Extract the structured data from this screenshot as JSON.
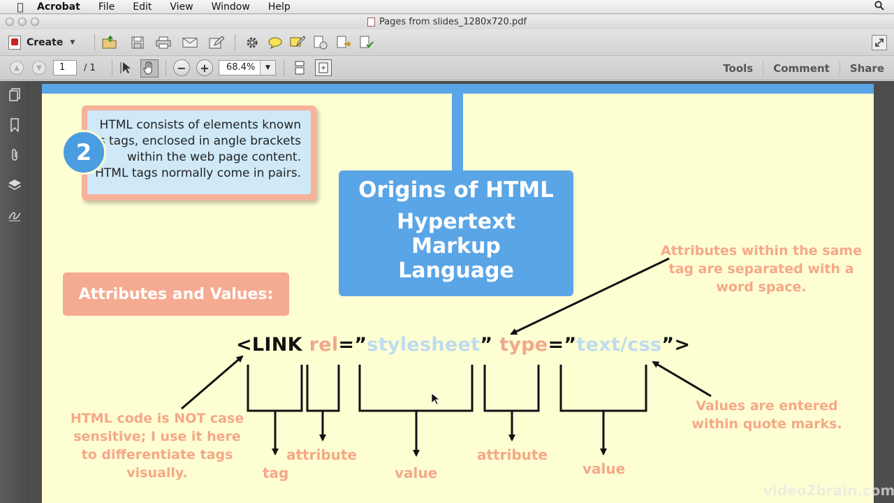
{
  "menubar": {
    "apple": "",
    "app_name": "Acrobat",
    "items": [
      "File",
      "Edit",
      "View",
      "Window",
      "Help"
    ],
    "spotlight_icon": "search-icon"
  },
  "window": {
    "title": "Pages from slides_1280x720.pdf"
  },
  "toolbar": {
    "create_label": "Create",
    "icons": [
      "open-icon",
      "save-icon",
      "print-icon",
      "email-icon",
      "edit-icon",
      "settings-icon",
      "comment-icon",
      "stamp-icon",
      "combine-icon",
      "export-icon",
      "protect-icon"
    ]
  },
  "nav": {
    "page_current": "1",
    "page_total": "/ 1",
    "zoom": "68.4%",
    "right_links": [
      "Tools",
      "Comment",
      "Share"
    ]
  },
  "slide": {
    "step_number": "2",
    "callout_text": "HTML consists of elements known as tags, enclosed in angle brackets within the web page content. HTML tags normally come in pairs.",
    "origins_title": "Origins of HTML",
    "origins_lines": [
      "Hypertext",
      "Markup",
      "Language"
    ],
    "attributes_heading": "Attributes and Values:",
    "note_separator": "Attributes within the same tag are separated with a word space.",
    "note_case": "HTML code is NOT case sensitive; I use it here to differentiate tags visually.",
    "note_quotes": "Values are entered within quote marks.",
    "code": {
      "open": "<LINK ",
      "attr1": "rel",
      "eq_q1": "=”",
      "val1": "stylesheet",
      "q_close1": "” ",
      "attr2": "type",
      "eq_q2": "=”",
      "val2": "text/css",
      "close": "”>"
    },
    "labels": {
      "tag": "tag",
      "attribute1": "attribute",
      "value1": "value",
      "attribute2": "attribute",
      "value2": "value"
    }
  },
  "watermark": "video2brain.com",
  "colors": {
    "accent_blue": "#5aa5e6",
    "salmon": "#f5a888",
    "light_blue": "#bedcef",
    "page_bg": "#fefed3"
  }
}
